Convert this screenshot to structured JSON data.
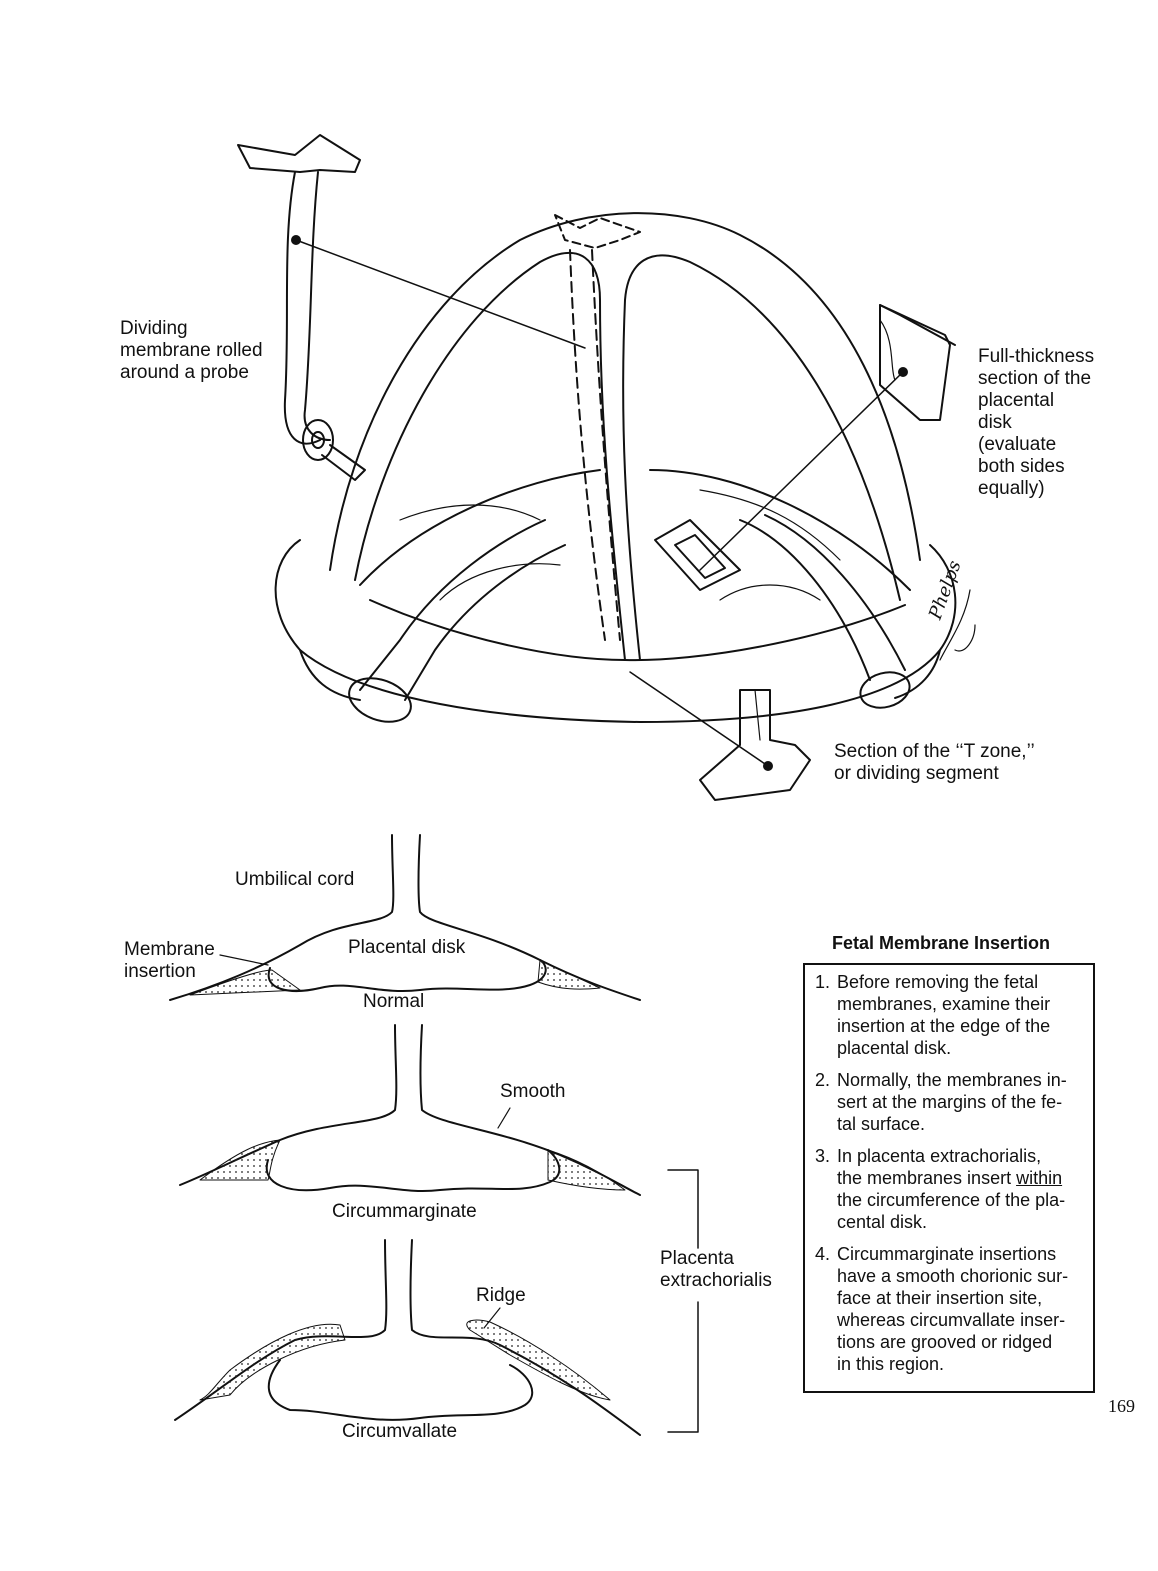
{
  "labels": {
    "dividing_membrane": [
      "Dividing",
      "membrane rolled",
      "around a probe"
    ],
    "full_thickness": [
      "Full-thickness",
      "section of the",
      "placental",
      "disk",
      "(evaluate",
      "both sides",
      "equally)"
    ],
    "t_zone": [
      "Section of the ‘‘T zone,’’",
      "or dividing segment"
    ],
    "umbilical_cord": "Umbilical cord",
    "membrane_insertion": [
      "Membrane",
      "insertion"
    ],
    "placental_disk": "Placental disk",
    "normal": "Normal",
    "smooth": "Smooth",
    "circummarginate": "Circummarginate",
    "ridge": "Ridge",
    "circumvallate": "Circumvallate",
    "placenta_extrachorialis": [
      "Placenta",
      "extrachorialis"
    ]
  },
  "box": {
    "title": "Fetal Membrane Insertion",
    "items": [
      {
        "num": "1.",
        "text": "Before removing the fetal\nmembranes, examine their\ninsertion at the edge of the\nplacental disk."
      },
      {
        "num": "2.",
        "text": "Normally, the membranes in-\nsert at the margins of the fe-\ntal surface."
      },
      {
        "num": "3.",
        "text_before": "In placenta extrachorialis,\nthe membranes insert ",
        "text_underline": "within",
        "text_after": "\nthe circumference of the pla-\ncental disk."
      },
      {
        "num": "4.",
        "text": "Circummarginate insertions\nhave a smooth chorionic sur-\nface at their insertion site,\nwhereas circumvallate inser-\ntions are grooved or ridged\nin this region."
      }
    ]
  },
  "signature": "Phelps",
  "page_number": "169"
}
